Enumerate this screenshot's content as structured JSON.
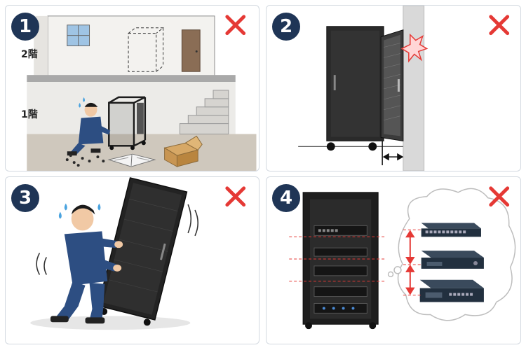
{
  "panels": [
    {
      "number": "1",
      "floor_upper": "2階",
      "floor_lower": "1階"
    },
    {
      "number": "2"
    },
    {
      "number": "3"
    },
    {
      "number": "4"
    }
  ],
  "icons": {
    "ng_mark": "red-x-icon",
    "ng_color": "#e53935",
    "badge_color": "#1f3556"
  }
}
